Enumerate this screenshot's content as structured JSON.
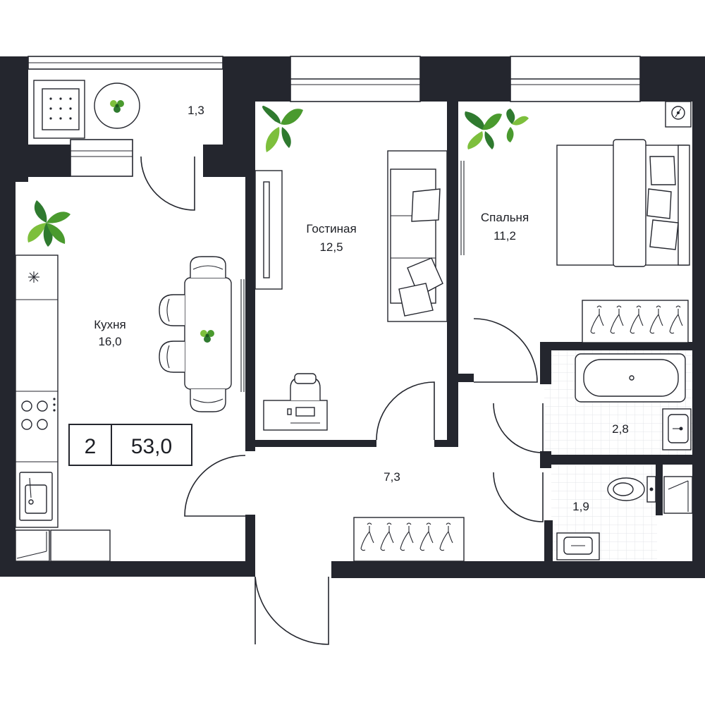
{
  "plan": {
    "rooms": {
      "balcony": {
        "area": "1,3"
      },
      "kitchen": {
        "name": "Кухня",
        "area": "16,0"
      },
      "living": {
        "name": "Гостиная",
        "area": "12,5"
      },
      "bedroom": {
        "name": "Спальня",
        "area": "11,2"
      },
      "bathroom": {
        "area": "2,8"
      },
      "toilet": {
        "area": "1,9"
      },
      "hallway": {
        "area": "7,3"
      }
    },
    "summary": {
      "rooms_count": "2",
      "total_area": "53,0"
    },
    "colors": {
      "wall": "#24262e",
      "plant_dark": "#2f7a2f",
      "plant_light": "#7dbf3c",
      "tile_line": "#e3e4e8",
      "background": "#ffffff"
    }
  }
}
